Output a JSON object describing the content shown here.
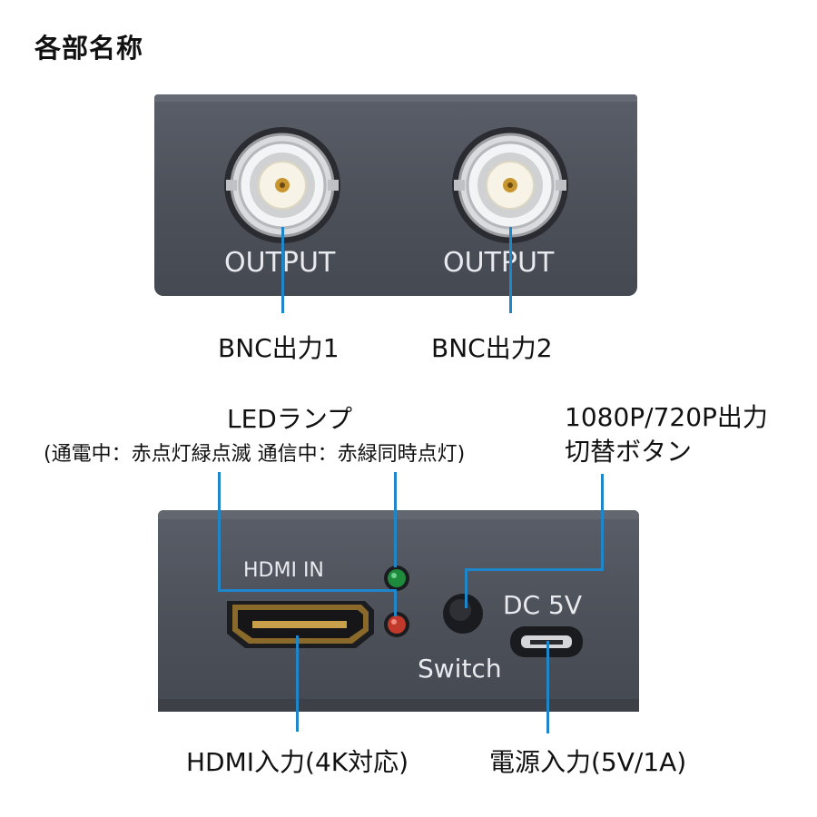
{
  "page": {
    "title": "各部名称"
  },
  "device": {
    "top_panel": {
      "output1_silk": "OUTPUT",
      "output2_silk": "OUTPUT"
    },
    "bottom_panel": {
      "hdmi_in_silk": "HDMI IN",
      "dc_silk": "DC 5V",
      "switch_silk": "Switch"
    }
  },
  "callouts": {
    "bnc1": "BNC出力1",
    "bnc2": "BNC出力2",
    "led_title": "LEDランプ",
    "led_detail": "(通電中：赤点灯緑点滅 通信中：赤緑同時点灯)",
    "switch_line1": "1080P/720P出力",
    "switch_line2": "切替ボタン",
    "hdmi_input": "HDMI入力(4K対応)",
    "power_input": "電源入力(5V/1A)"
  },
  "colors": {
    "leader_line": "#1f86c9",
    "panel": "#4c5059",
    "led_green": "#1e8a3c",
    "led_red": "#c0392b"
  }
}
